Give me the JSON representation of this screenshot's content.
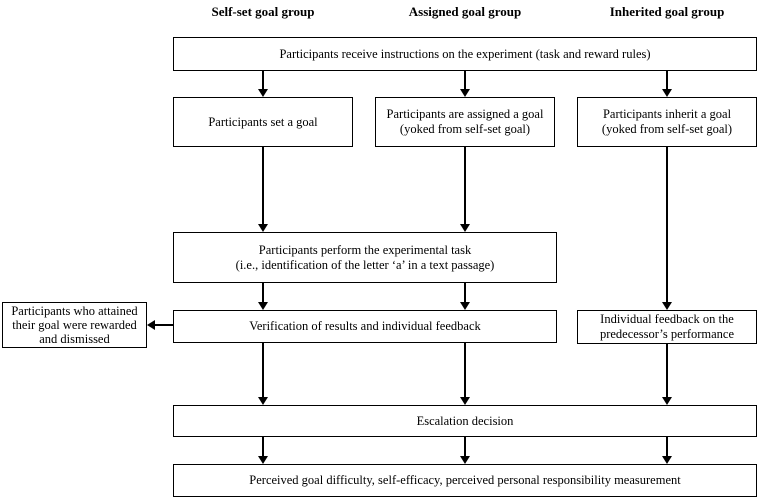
{
  "headers": {
    "self_set": "Self-set goal group",
    "assigned": "Assigned goal group",
    "inherited": "Inherited goal group"
  },
  "boxes": {
    "instructions": "Participants receive instructions on the experiment (task and reward rules)",
    "set_goal": "Participants set a goal",
    "assigned_goal": {
      "line1": "Participants are assigned a goal",
      "line2": "(yoked from self-set goal)"
    },
    "inherit_goal": {
      "line1": "Participants inherit a goal",
      "line2": "(yoked from self-set goal)"
    },
    "perform_task": {
      "line1": "Participants perform the experimental task",
      "line2": "(i.e., identification of the letter ‘a’ in a text passage)"
    },
    "reward_dismiss": "Participants who attained their goal were rewarded and dismissed",
    "verification": "Verification of results and individual feedback",
    "predecessor_feedback": {
      "line1": "Individual feedback on the",
      "line2": "predecessor’s performance"
    },
    "escalation": "Escalation decision",
    "measurement": "Perceived goal difficulty, self-efficacy, perceived personal responsibility measurement"
  },
  "colors": {
    "box_border": "#000000",
    "box_background": "#ffffff",
    "text": "#000000",
    "page_background": "#ffffff"
  }
}
